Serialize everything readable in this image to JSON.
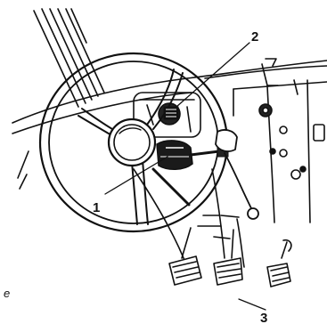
{
  "callouts": [
    {
      "label": "1"
    },
    {
      "label": "2"
    },
    {
      "label": "3"
    }
  ],
  "page_fragment": "e",
  "colors": {
    "ink": "#111111",
    "paper": "#ffffff"
  }
}
